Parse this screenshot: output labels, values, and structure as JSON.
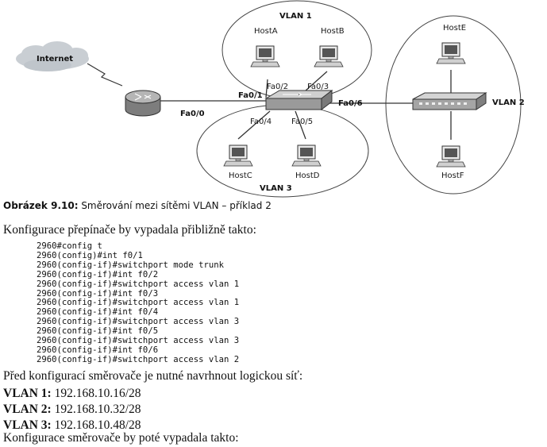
{
  "diagram": {
    "internet_label": "Internet",
    "router_port": "Fa0/0",
    "switch_port_trunk": "Fa0/1",
    "switch_port_vlan2": "Fa0/6",
    "vlan1": {
      "label": "VLAN 1",
      "host_a": "HostA",
      "host_b": "HostB",
      "port_a": "Fa0/2",
      "port_b": "Fa0/3"
    },
    "vlan2": {
      "label": "VLAN 2",
      "host_e": "HostE",
      "host_f": "HostF"
    },
    "vlan3": {
      "label": "VLAN 3",
      "host_c": "HostC",
      "host_d": "HostD",
      "port_c": "Fa0/4",
      "port_d": "Fa0/5"
    }
  },
  "caption": {
    "number": "Obrázek 9.10:",
    "text": " Směrování mezi sítěmi VLAN – příklad 2"
  },
  "intro_switch": "Konfigurace přepínače by vypadala přibližně takto:",
  "switch_config": [
    "2960#config t",
    "2960(config)#int f0/1",
    "2960(config-if)#switchport mode trunk",
    "2960(config-if)#int f0/2",
    "2960(config-if)#switchport access vlan 1",
    "2960(config-if)#int f0/3",
    "2960(config-if)#switchport access vlan 1",
    "2960(config-if)#int f0/4",
    "2960(config-if)#switchport access vlan 3",
    "2960(config-if)#int f0/5",
    "2960(config-if)#switchport access vlan 3",
    "2960(config-if)#int f0/6",
    "2960(config-if)#switchport access vlan 2"
  ],
  "intro_router": "Před konfigurací směrovače je nutné navrhnout logickou síť:",
  "vlans": [
    {
      "name": "VLAN 1:",
      "subnet": " 192.168.10.16/28"
    },
    {
      "name": "VLAN 2:",
      "subnet": " 192.168.10.32/28"
    },
    {
      "name": "VLAN 3:",
      "subnet": " 192.168.10.48/28"
    }
  ],
  "outro": "Konfigurace směrovače by poté vypadala takto:"
}
